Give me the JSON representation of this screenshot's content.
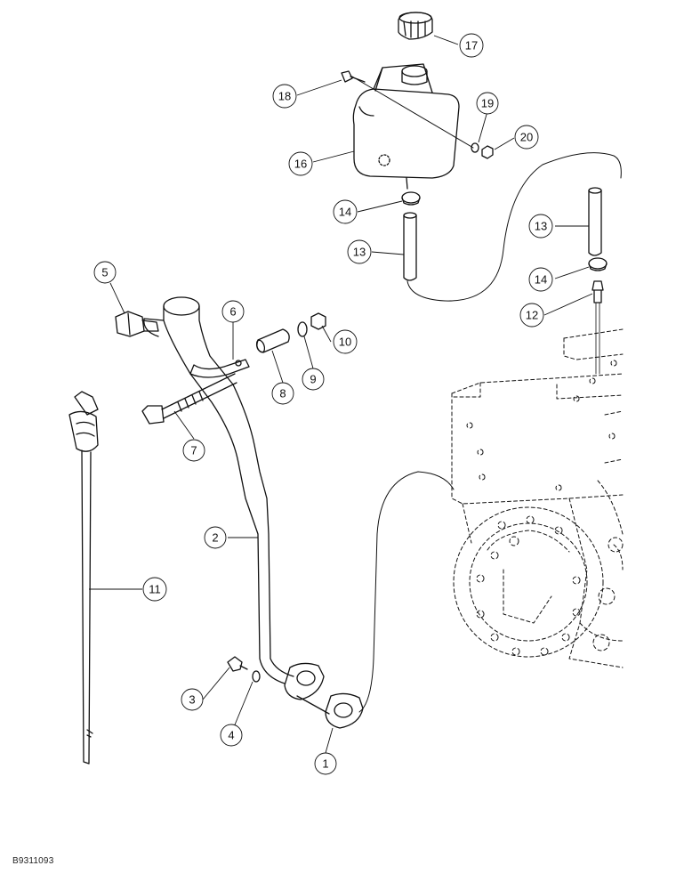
{
  "figure_id": "B9311093",
  "callouts": [
    "1",
    "2",
    "3",
    "4",
    "5",
    "6",
    "7",
    "8",
    "9",
    "10",
    "11",
    "12",
    "13",
    "13",
    "14",
    "14",
    "16",
    "17",
    "18",
    "19",
    "20"
  ]
}
